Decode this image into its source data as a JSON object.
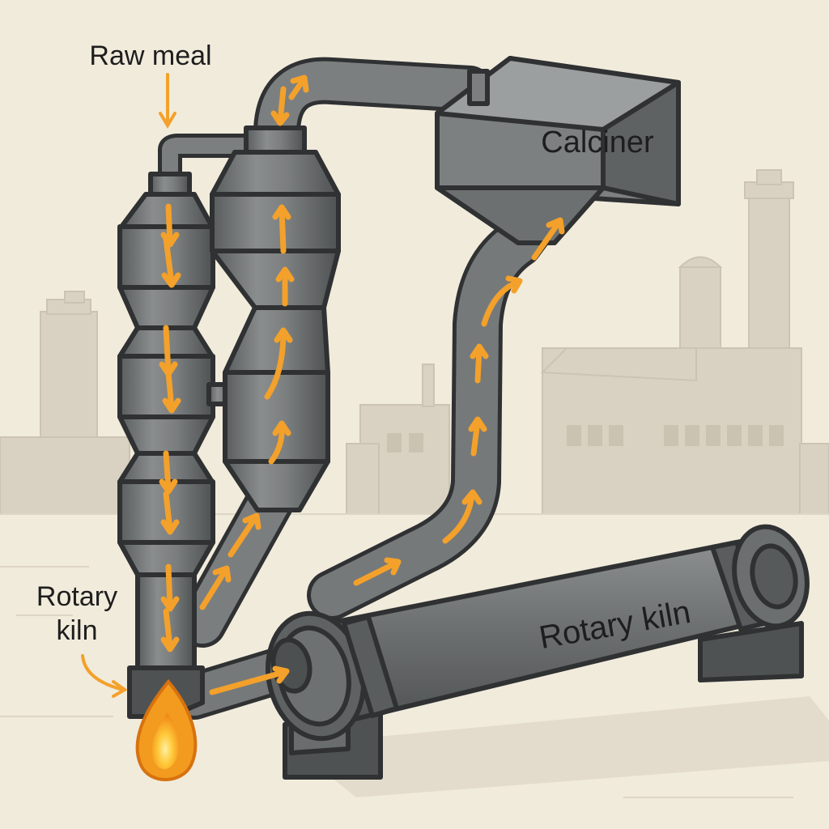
{
  "labels": {
    "raw_meal": "Raw meal",
    "calciner": "Calciner",
    "rotary_kiln_side_line1": "Rotary",
    "rotary_kiln_side_line2": "kiln",
    "rotary_kiln_main": "Rotary kiln"
  },
  "colors": {
    "background": "#f1ebdc",
    "skyline": "#d8d1c1",
    "steel_dark": "#5f6263",
    "steel_mid": "#7d8081",
    "steel_light": "#9a9d9d",
    "outline": "#2f3132",
    "flow_arrow": "#f3a12b",
    "flame_outer": "#f29b1f",
    "flame_inner": "#ffd23f"
  },
  "icons": [
    "flame-icon",
    "flow-arrow-icon",
    "pointer-arrow-icon"
  ]
}
